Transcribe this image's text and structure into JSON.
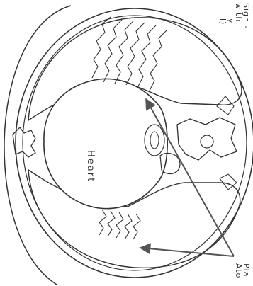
{
  "diagram": {
    "heart_label": "Heart",
    "caption_top_lines": [
      "Sign -",
      "with",
      "y",
      "i)"
    ],
    "caption_bottom_lines": [
      "Pla",
      "Ato"
    ],
    "colors": {
      "stroke": "#333333",
      "arrow": "#555555",
      "background": "#ffffff"
    }
  }
}
